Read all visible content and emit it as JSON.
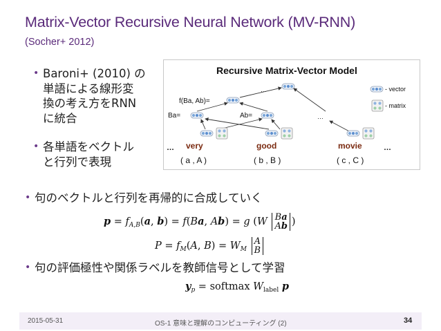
{
  "slide": {
    "title": "Matrix-Vector Recursive Neural Network (MV-RNN)",
    "subtitle": "(Socher+ 2012)"
  },
  "bullets_left": [
    {
      "lines": [
        "Baroni+ (2010) の",
        "単語による線形変",
        "換の考え方をRNN",
        "に統合"
      ]
    },
    {
      "lines": [
        "各単語をベクトル",
        "と行列で表現"
      ]
    }
  ],
  "bullets_bottom": [
    {
      "text": "句のベクトルと行列を再帰的に合成していく"
    },
    {
      "text": "句の評価極性や関係ラベルを教師信号として学習"
    }
  ],
  "figure": {
    "title": "Recursive Matrix-Vector Model",
    "legend_vector": "- vector",
    "legend_matrix": "- matrix",
    "words": [
      "very",
      "good",
      "movie"
    ],
    "pairs": [
      "( a , A )",
      "( b , B )",
      "( c , C )"
    ],
    "labels": {
      "ba": "Ba=",
      "ab": "Ab=",
      "f": "f(Ba, Ab)="
    },
    "ellipsis": "…",
    "colors": {
      "vector_node": "#8fb3e0",
      "matrix_node": "#9fd0a8",
      "arrow": "#333333",
      "accent_word": "#7a2a10"
    }
  },
  "equations": {
    "eq1": "p = f_{A,B}(a, b) = f(Ba, Ab) = g(W [Ba; Ab])",
    "eq2": "P = f_M(A, B) = W_M [A; B]",
    "eq3": "y_p = softmax W_label p"
  },
  "footer": {
    "date": "2015-05-31",
    "course": "OS-1 意味と理解のコンピューティング (2)",
    "page": "34"
  }
}
